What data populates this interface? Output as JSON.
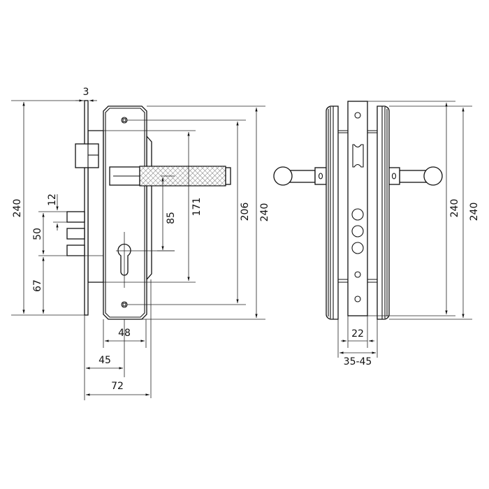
{
  "drawing": {
    "front_view": {
      "dimensions": {
        "faceplate_thickness": "3",
        "faceplate_height": "240",
        "bolt_spacing": "12",
        "bolt_span": "50",
        "bolt_offset": "67",
        "handle_to_cylinder": "85",
        "body_height": "171",
        "screw_spacing": "206",
        "escutcheon_height": "240",
        "escutcheon_width": "48",
        "backset": "45",
        "depth": "72"
      }
    },
    "side_view": {
      "dimensions": {
        "faceplate_height": "240",
        "escutcheon_height": "240",
        "faceplate_width": "22",
        "door_thickness": "35-45"
      }
    }
  }
}
